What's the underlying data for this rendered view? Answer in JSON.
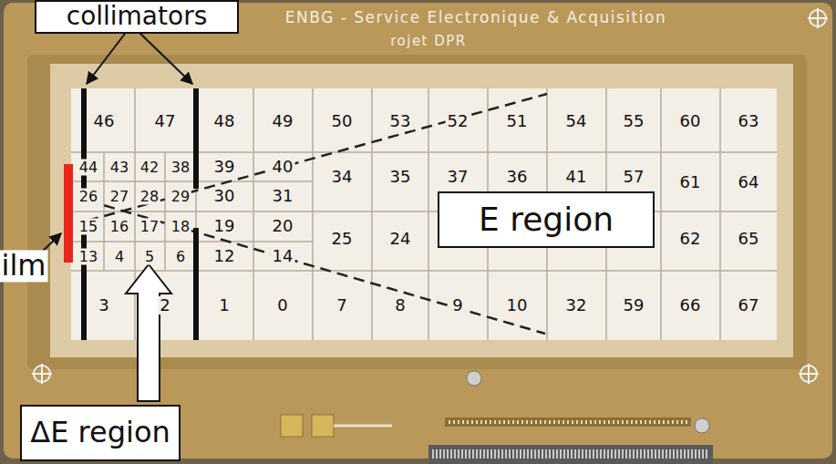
{
  "diagram": {
    "nodes": [
      {
        "text": [
          "collimators"
        ]
      },
      {
        "text": [
          "E region"
        ]
      },
      {
        "text": [
          "ΔE region"
        ]
      }
    ],
    "labels": [
      "ENBG - Service Electronique & Acquisition",
      "rojet DPR",
      "46",
      "47",
      "48",
      "49",
      "50",
      "53",
      "52",
      "51",
      "54",
      "55",
      "60",
      "63",
      "44",
      "43",
      "42",
      "38",
      "39",
      "40",
      "34",
      "35",
      "37",
      "36",
      "41",
      "57",
      "61",
      "64",
      "26",
      "27",
      "28",
      "29",
      "30",
      "31",
      "15",
      "16",
      "17",
      "18",
      "19",
      "20",
      "25",
      "24",
      "62",
      "65",
      "13",
      "4",
      "5",
      "6",
      "12",
      "14",
      "3",
      "2",
      "1",
      "0",
      "7",
      "8",
      "9",
      "10",
      "32",
      "59",
      "66",
      "67",
      "ilm"
    ]
  }
}
